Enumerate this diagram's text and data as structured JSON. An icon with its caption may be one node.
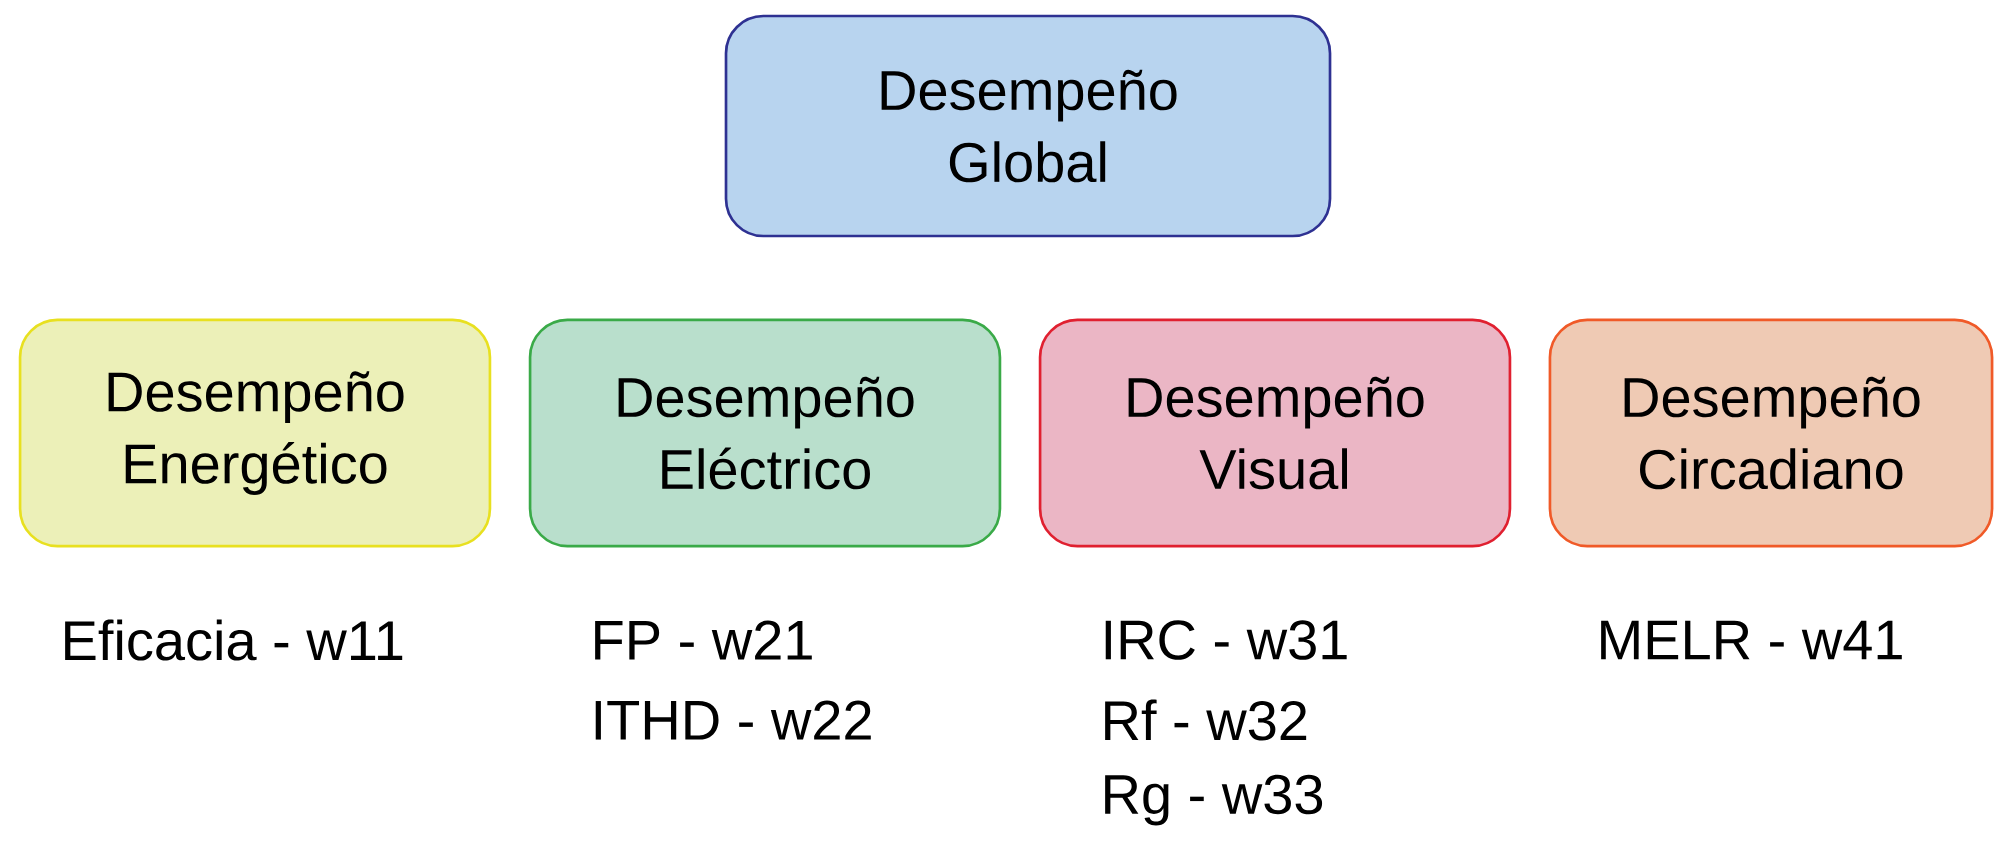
{
  "diagram": {
    "nodes": [
      {
        "text": [
          "Desempeño Global"
        ]
      },
      {
        "text": [
          "Desempeño Energético"
        ],
        "beside": [
          "Eficacia - w11"
        ]
      },
      {
        "text": [
          "Desempeño Eléctrico"
        ],
        "beside": [
          "FP - w21",
          "ITHD - w22"
        ]
      },
      {
        "text": [
          "Desempeño Visual"
        ],
        "beside": [
          "IRC - w31",
          "Rf - w32",
          "Rg - w33"
        ]
      },
      {
        "text": [
          "Desempeño Circadiano"
        ],
        "beside": [
          "MELR - w41"
        ]
      }
    ]
  }
}
